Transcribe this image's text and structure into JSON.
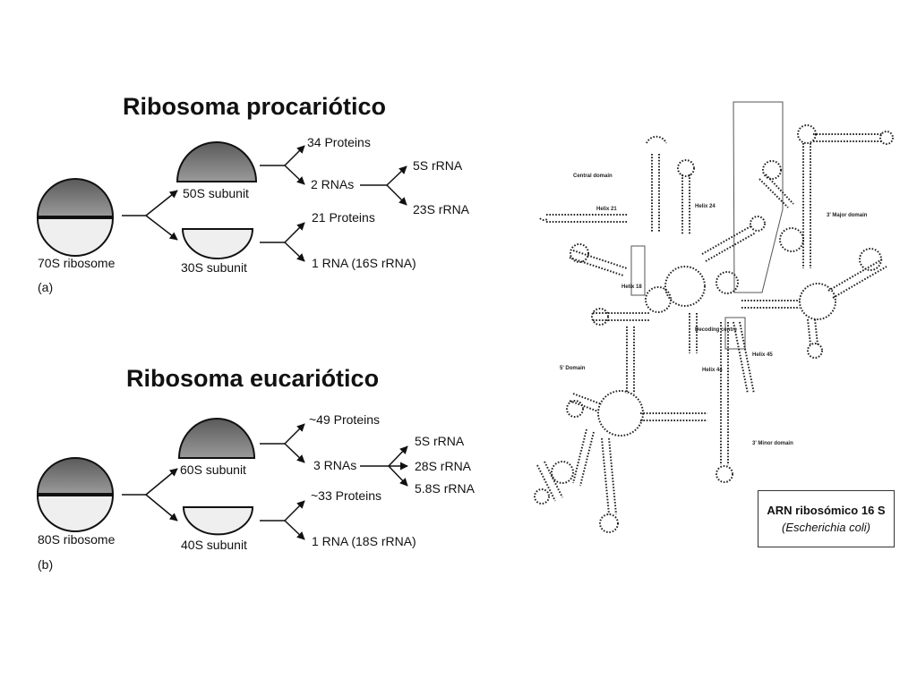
{
  "prokaryote": {
    "title": "Ribosoma procariótico",
    "whole": "70S ribosome",
    "large_subunit": "50S subunit",
    "small_subunit": "30S subunit",
    "large_proteins": "34 Proteins",
    "large_rnas": "2 RNAs",
    "rna_a": "5S rRNA",
    "rna_b": "23S rRNA",
    "small_proteins": "21 Proteins",
    "small_rna": "1 RNA (16S rRNA)",
    "panel": "(a)"
  },
  "eukaryote": {
    "title": "Ribosoma eucariótico",
    "whole": "80S ribosome",
    "large_subunit": "60S subunit",
    "small_subunit": "40S subunit",
    "large_proteins": "~49 Proteins",
    "large_rnas": "3 RNAs",
    "rna_a": "5S rRNA",
    "rna_b": "28S rRNA",
    "rna_c": "5.8S rRNA",
    "small_proteins": "~33 Proteins",
    "small_rna": "1 RNA (18S rRNA)",
    "panel": "(b)"
  },
  "rrna_structure": {
    "domains": {
      "central": "Central domain",
      "major3": "3' Major domain",
      "domain5": "5' Domain",
      "minor3": "3' Minor domain"
    },
    "helices": {
      "h21": "Helix 21",
      "h24": "Helix 24",
      "h18": "Helix 18",
      "h44": "Helix 44",
      "h45": "Helix 45"
    },
    "decoding": "Decoding centre",
    "caption_title": "ARN ribosómico 16 S",
    "caption_organism": "(Escherichia coli)"
  },
  "colors": {
    "large_subunit_fill": "#7d7d7d",
    "small_subunit_fill": "#efefef",
    "ink": "#111111"
  }
}
